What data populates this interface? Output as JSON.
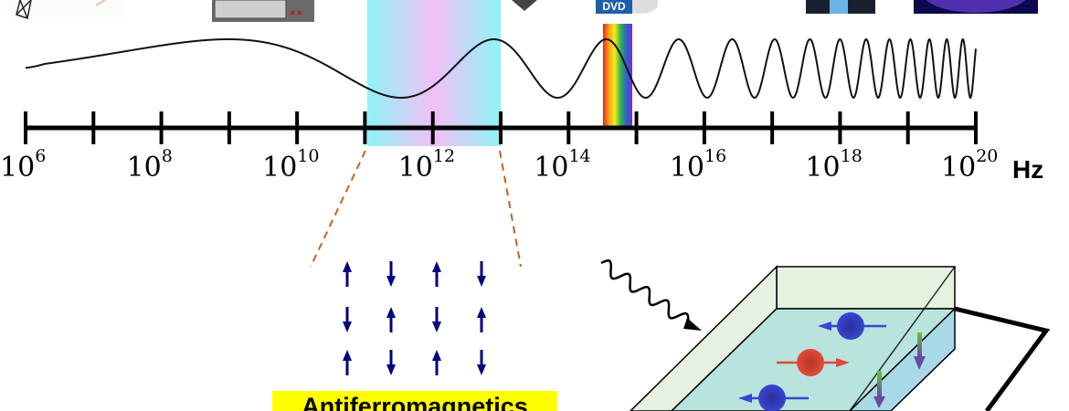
{
  "axis": {
    "unit": "Hz",
    "ticks": [
      {
        "base": "10",
        "exp": "6"
      },
      {
        "base": "10",
        "exp": "8"
      },
      {
        "base": "10",
        "exp": "10"
      },
      {
        "base": "10",
        "exp": "12"
      },
      {
        "base": "10",
        "exp": "14"
      },
      {
        "base": "10",
        "exp": "16"
      },
      {
        "base": "10",
        "exp": "18"
      },
      {
        "base": "10",
        "exp": "20"
      }
    ]
  },
  "icons": {
    "dvd_text": "DVD"
  },
  "label": {
    "material": "Antiferromagnetics"
  },
  "colors": {
    "thz_cyan": "#8ff4f8",
    "thz_pink": "#f2bff5",
    "spin_arrow": "#000080",
    "electron_blue": "#3a44d0",
    "electron_red": "#e04a3a",
    "slab_top": "#e6f2e0",
    "slab_fluid": "#b9e3dd",
    "slab_side": "#a9d9e8"
  }
}
